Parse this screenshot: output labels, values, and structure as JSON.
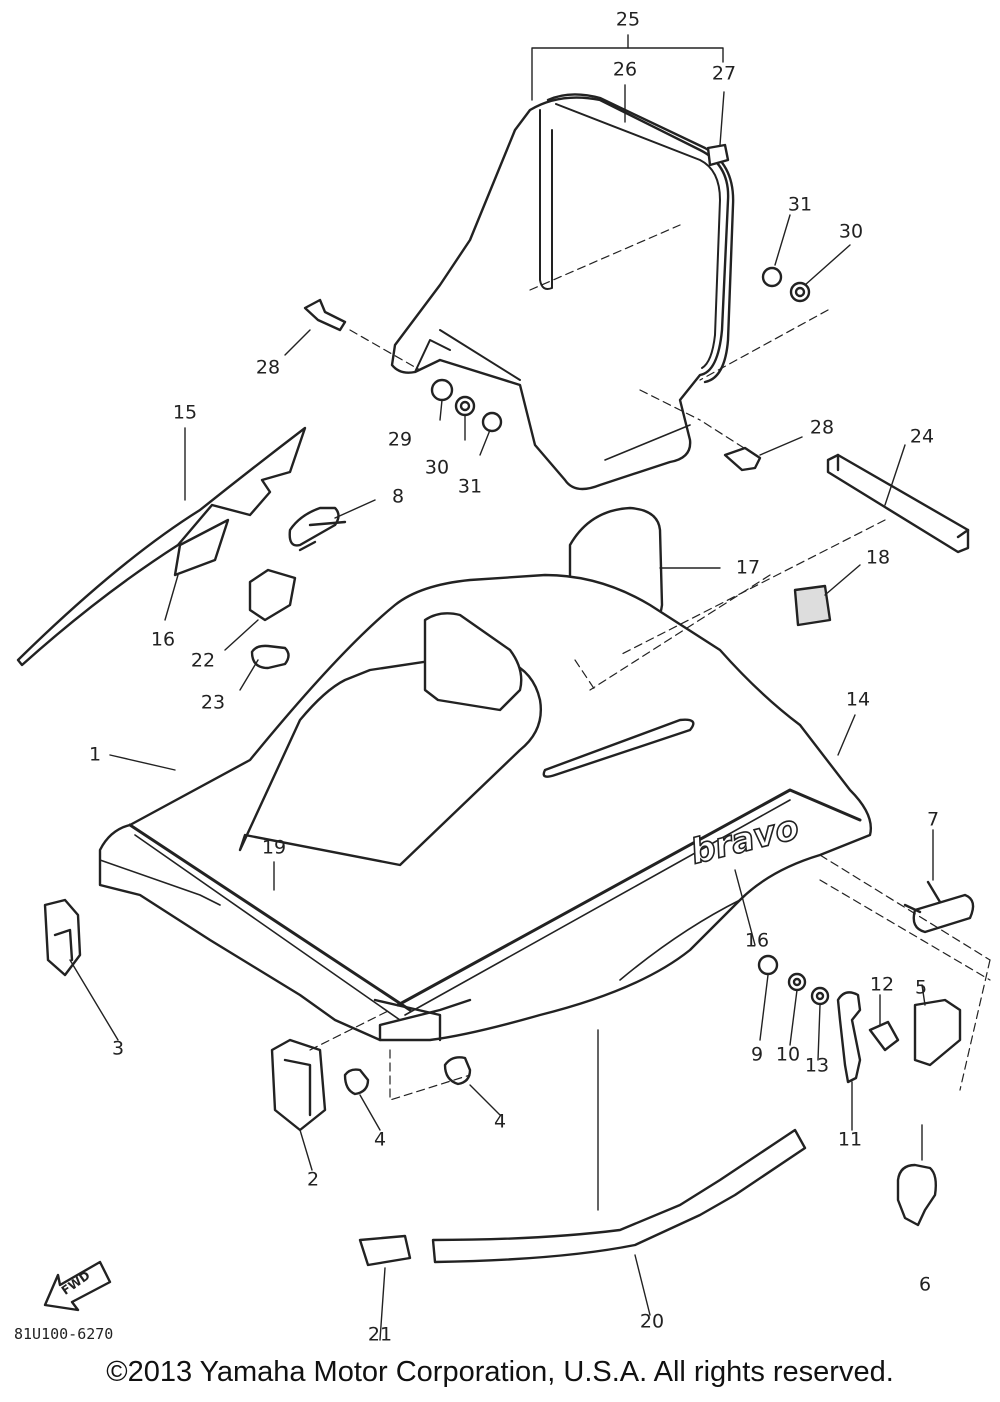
{
  "callouts": [
    {
      "id": "c25",
      "text": "25"
    },
    {
      "id": "c26",
      "text": "26"
    },
    {
      "id": "c27",
      "text": "27"
    },
    {
      "id": "c31a",
      "text": "31"
    },
    {
      "id": "c30a",
      "text": "30"
    },
    {
      "id": "c28a",
      "text": "28"
    },
    {
      "id": "c29",
      "text": "29"
    },
    {
      "id": "c30b",
      "text": "30"
    },
    {
      "id": "c31b",
      "text": "31"
    },
    {
      "id": "c28b",
      "text": "28"
    },
    {
      "id": "c24",
      "text": "24"
    },
    {
      "id": "c15",
      "text": "15"
    },
    {
      "id": "c8",
      "text": "8"
    },
    {
      "id": "c17",
      "text": "17"
    },
    {
      "id": "c18",
      "text": "18"
    },
    {
      "id": "c16a",
      "text": "16"
    },
    {
      "id": "c22",
      "text": "22"
    },
    {
      "id": "c23",
      "text": "23"
    },
    {
      "id": "c1",
      "text": "1"
    },
    {
      "id": "c14",
      "text": "14"
    },
    {
      "id": "c19",
      "text": "19"
    },
    {
      "id": "c7",
      "text": "7"
    },
    {
      "id": "c16b",
      "text": "16"
    },
    {
      "id": "c3",
      "text": "3"
    },
    {
      "id": "c9",
      "text": "9"
    },
    {
      "id": "c10",
      "text": "10"
    },
    {
      "id": "c13",
      "text": "13"
    },
    {
      "id": "c12",
      "text": "12"
    },
    {
      "id": "c5",
      "text": "5"
    },
    {
      "id": "c11",
      "text": "11"
    },
    {
      "id": "c4a",
      "text": "4"
    },
    {
      "id": "c4b",
      "text": "4"
    },
    {
      "id": "c2",
      "text": "2"
    },
    {
      "id": "c6",
      "text": "6"
    },
    {
      "id": "c20",
      "text": "20"
    },
    {
      "id": "c21",
      "text": "21"
    }
  ],
  "diagram_code": "81U100-6270",
  "brand_decal": "bravo",
  "fwd_arrow_label": "FWD",
  "copyright": "©2013 Yamaha Motor Corporation, U.S.A. All rights reserved.",
  "colors": {
    "ink": "#222222",
    "background": "#ffffff"
  }
}
